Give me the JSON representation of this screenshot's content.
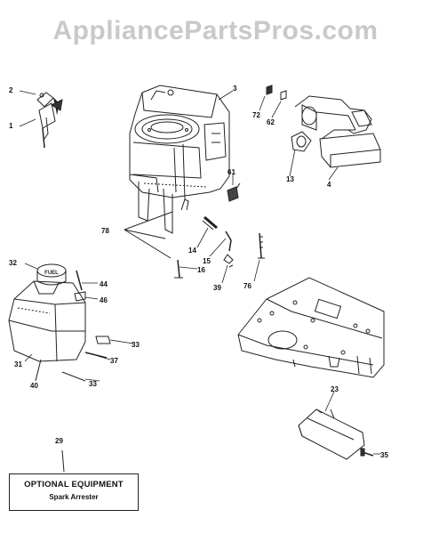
{
  "watermark": "AppliancePartsPros.com",
  "callouts": [
    {
      "id": "2",
      "text": "2"
    },
    {
      "id": "1",
      "text": "1"
    },
    {
      "id": "3",
      "text": "3"
    },
    {
      "id": "72",
      "text": "72"
    },
    {
      "id": "62",
      "text": "62"
    },
    {
      "id": "13",
      "text": "13"
    },
    {
      "id": "4",
      "text": "4"
    },
    {
      "id": "61",
      "text": "61"
    },
    {
      "id": "78",
      "text": "78"
    },
    {
      "id": "14",
      "text": "14"
    },
    {
      "id": "15",
      "text": "15"
    },
    {
      "id": "16",
      "text": "16"
    },
    {
      "id": "39",
      "text": "39"
    },
    {
      "id": "76",
      "text": "76"
    },
    {
      "id": "32",
      "text": "32"
    },
    {
      "id": "44",
      "text": "44"
    },
    {
      "id": "46",
      "text": "46"
    },
    {
      "id": "33a",
      "text": "33"
    },
    {
      "id": "37",
      "text": "37"
    },
    {
      "id": "31",
      "text": "31"
    },
    {
      "id": "40",
      "text": "40"
    },
    {
      "id": "33b",
      "text": "33"
    },
    {
      "id": "23",
      "text": "23"
    },
    {
      "id": "35",
      "text": "35"
    },
    {
      "id": "29",
      "text": "29"
    }
  ],
  "fuel_cap_label": "FUEL",
  "optional_box": {
    "title": "OPTIONAL EQUIPMENT",
    "item": "Spark Arrester"
  }
}
